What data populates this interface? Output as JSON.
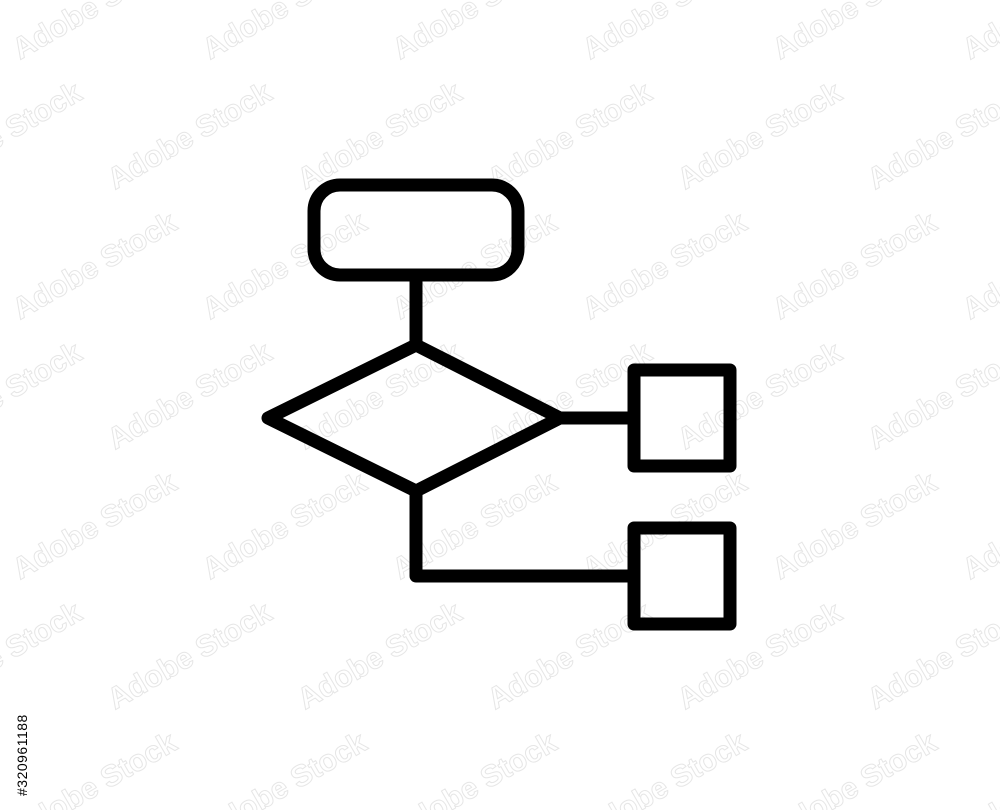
{
  "image": {
    "background_color": "#ffffff",
    "stroke_color": "#000000",
    "watermark_color": "#e6e6e6",
    "watermark_text": "Adobe Stock",
    "stock_id_text": "#320961188"
  },
  "icon": {
    "name": "flowchart-icon",
    "parts": [
      "terminator-shape",
      "decision-diamond",
      "process-box-right",
      "process-box-bottom",
      "connector-lines"
    ]
  }
}
